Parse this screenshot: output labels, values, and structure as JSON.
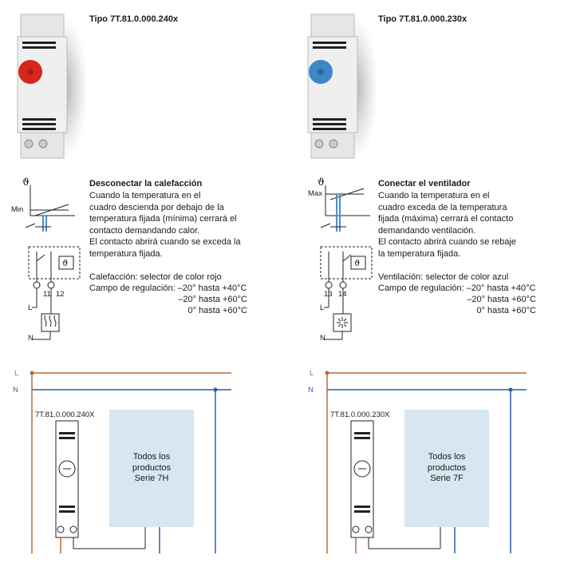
{
  "left": {
    "tipo": "Tipo 7T.81.0.000.240x",
    "section_title": "Desconectar la calefacción",
    "desc": [
      "Cuando la temperatura en el",
      "cuadro descienda por debajo de la",
      "temperatura fijada (mínima) cerrará el",
      "contacto demandando calor.",
      "El contacto abrirá cuando se exceda la",
      "temperatura fijada."
    ],
    "selector": "Calefacción: selector de color rojo",
    "range1": "Campo de regulación: –20° hasta +40°C",
    "range2": "–20° hasta +60°C",
    "range3": "0° hasta +60°C",
    "graph_label": "Min",
    "term1": "11",
    "term2": "12",
    "L": "L",
    "N": "N",
    "wiring_L": "L",
    "wiring_N": "N",
    "module_label": "7T.81.0.000.240X",
    "box_text": [
      "Todos los",
      "productos",
      "Serie 7H"
    ],
    "dial_color": "#d7261c"
  },
  "right": {
    "tipo": "Tipo 7T.81.0.000.230x",
    "section_title": "Conectar el ventilador",
    "desc": [
      "Cuando la temperatura en el",
      "cuadro exceda de la temperatura",
      "fijada (máxima) cerrará el contacto",
      "demandando ventilación.",
      "El contacto abrirá cuando se rebaje",
      "la temperatura fijada."
    ],
    "selector": "Ventilación: selector de color azul",
    "range1": "Campo de regulación: –20° hasta +40°C",
    "range2": "–20° hasta +60°C",
    "range3": "0° hasta +60°C",
    "graph_label": "Max",
    "term1": "13",
    "term2": "14",
    "L": "L",
    "N": "N",
    "wiring_L": "L",
    "wiring_N": "N",
    "module_label": "7T.81.0.000.230X",
    "box_text": [
      "Todos los",
      "productos",
      "Serie 7F"
    ],
    "dial_color": "#3d86c8"
  },
  "colors": {
    "L_wire": "#b5693f",
    "N_wire": "#2f5fa8",
    "box": "#d6e7f2"
  }
}
